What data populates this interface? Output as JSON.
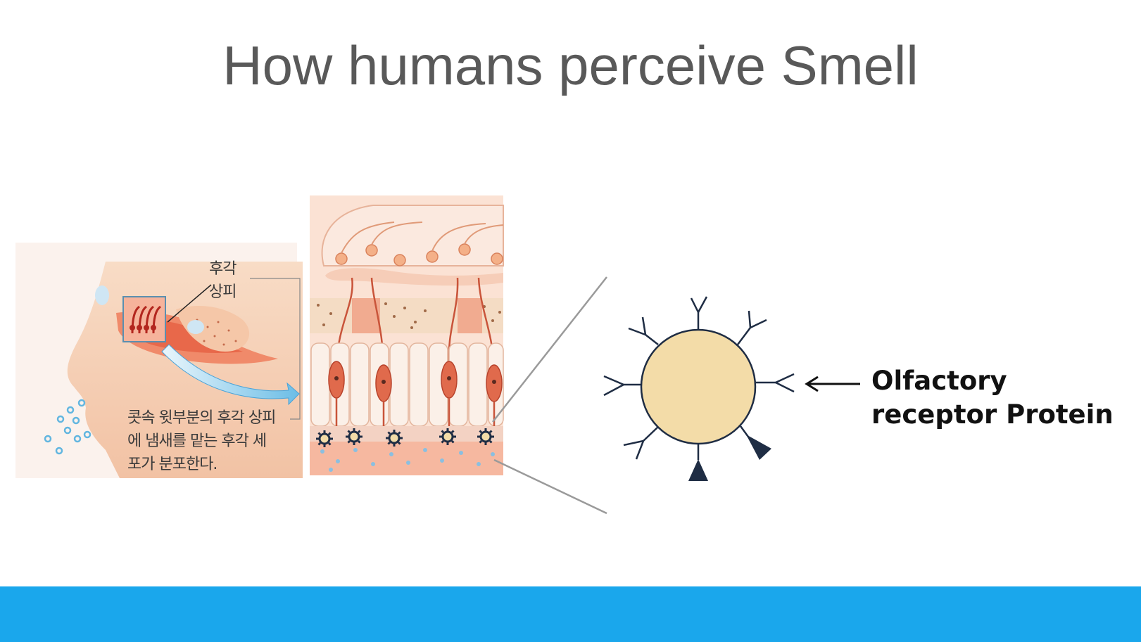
{
  "slide": {
    "title": "How humans perceive Smell"
  },
  "nose_figure": {
    "epithelium_label_line1": "후각",
    "epithelium_label_line2": "상피",
    "caption_line1": "콧속 윗부분의 후각 상피",
    "caption_line2": "에 냄새를 맡는 후각 세",
    "caption_line3": "포가 분포한다."
  },
  "receptor_diagram": {
    "label_line1": "Olfactory",
    "label_line2": "receptor Protein",
    "cell_color": "#f3dca8",
    "outline_color": "#1f2d44"
  },
  "colors": {
    "title": "#595959",
    "bottom_bar": "#1aa7ec"
  }
}
